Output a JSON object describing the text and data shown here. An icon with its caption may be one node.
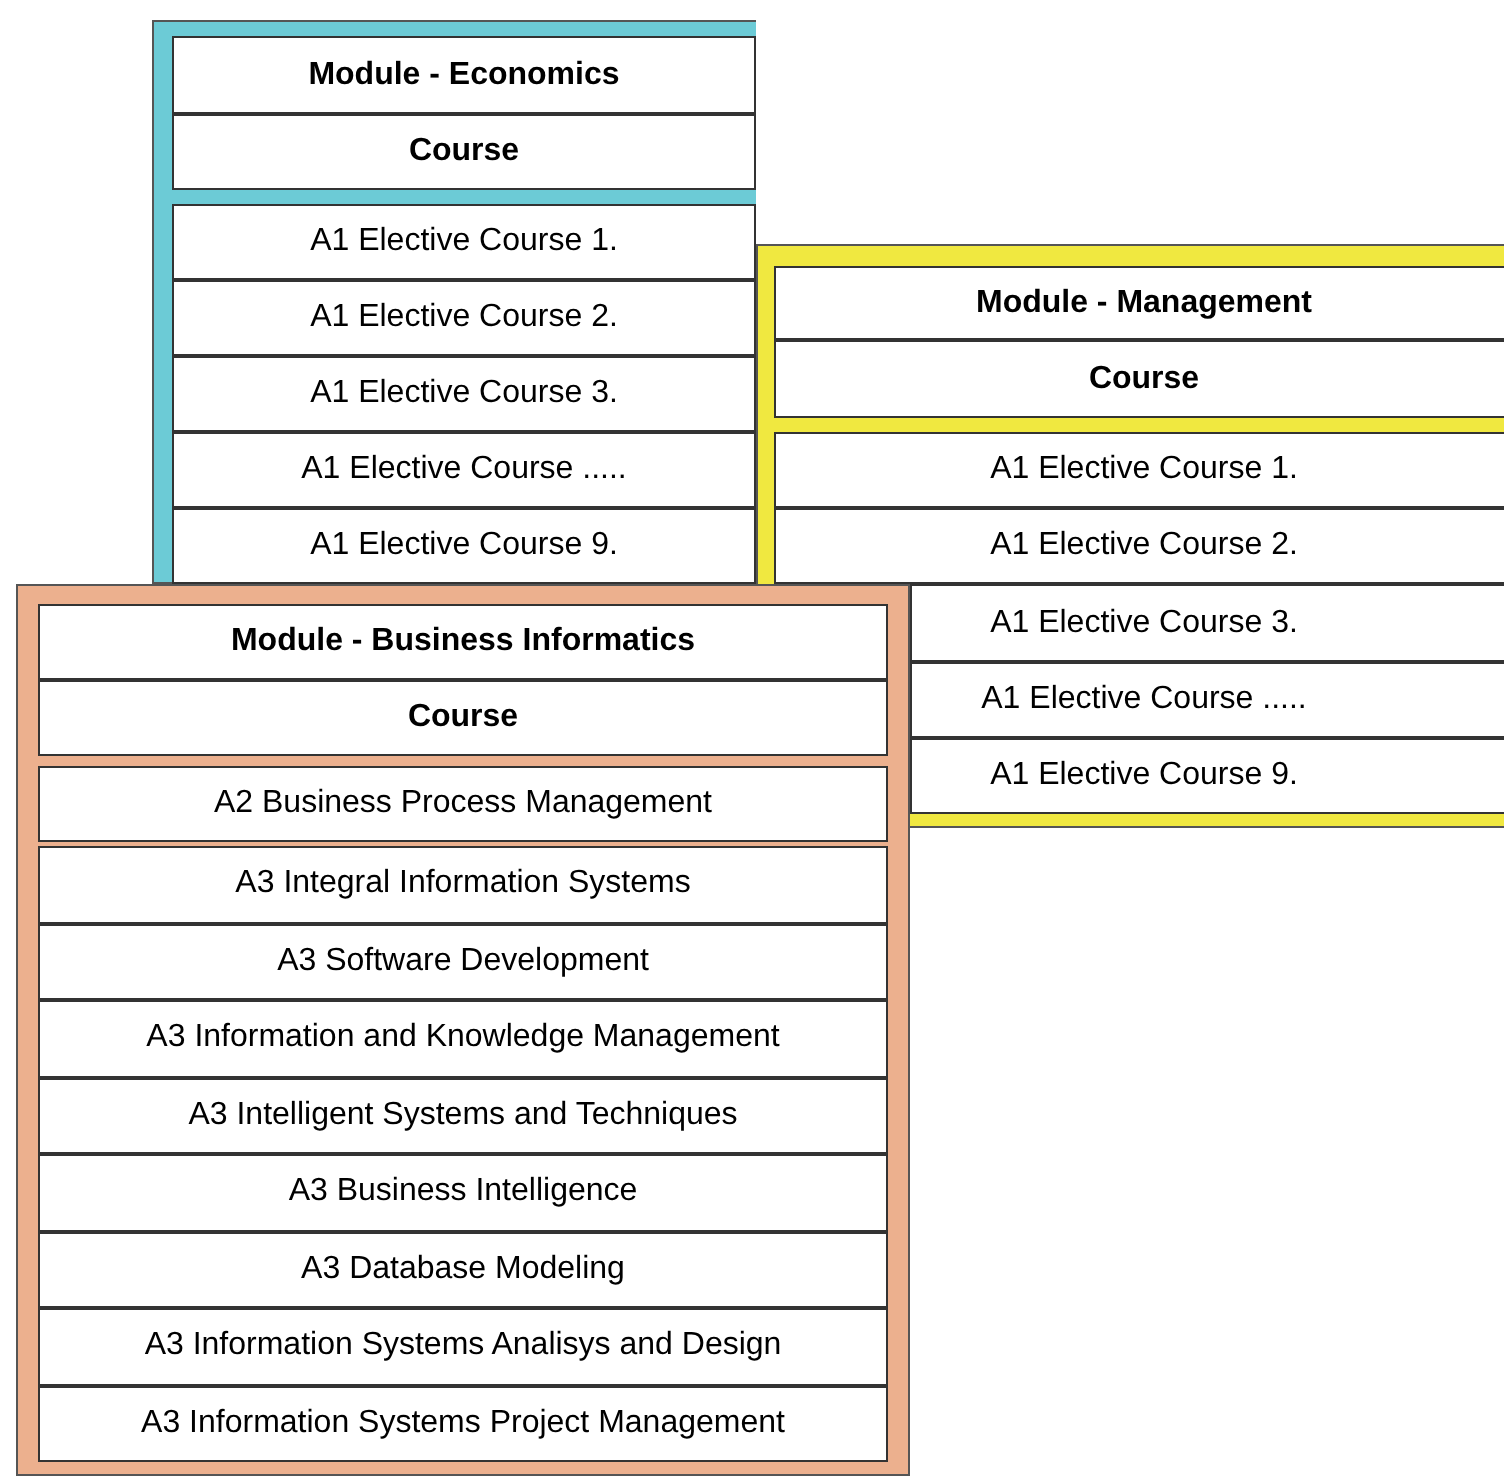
{
  "diagram": {
    "nodes": [
      {
        "text": [],
        "shape": "box"
      },
      {
        "text": [
          "Module - Economics"
        ],
        "in": 0
      },
      {
        "text": [
          "Course"
        ],
        "in": 0
      },
      {
        "text": [
          "A1 Elective Course 1."
        ],
        "in": 0
      },
      {
        "text": [
          "A1 Elective Course 2."
        ],
        "in": 0
      },
      {
        "text": [
          "A1 Elective Course 3."
        ],
        "in": 0
      },
      {
        "text": [
          "A1 Elective Course ....."
        ],
        "in": 0
      },
      {
        "text": [
          "A1 Elective Course 9."
        ],
        "in": 0
      },
      {
        "text": [],
        "shape": "box"
      },
      {
        "text": [
          "Module - Management"
        ],
        "in": 8
      },
      {
        "text": [
          "Course"
        ],
        "in": 8
      },
      {
        "text": [
          "A1 Elective Course 1."
        ],
        "in": 8
      },
      {
        "text": [
          "A1 Elective Course 2."
        ],
        "in": 8
      },
      {
        "text": [
          "A1 Elective Course 3."
        ],
        "in": 8
      },
      {
        "text": [
          "A1 Elective Course ....."
        ],
        "in": 8
      },
      {
        "text": [
          "A1 Elective Course 9."
        ],
        "in": 8
      },
      {
        "text": [],
        "shape": "box"
      },
      {
        "text": [
          "Module - Business Informatics"
        ],
        "in": 16
      },
      {
        "text": [
          "Course"
        ],
        "in": 16
      },
      {
        "text": [
          "A2 Business Process Management"
        ],
        "in": 16
      },
      {
        "text": [
          "A3 Integral Information Systems"
        ],
        "in": 16
      },
      {
        "text": [
          "A3 Software Development"
        ],
        "in": 16
      },
      {
        "text": [
          "A3 Information and Knowledge Management"
        ],
        "in": 16
      },
      {
        "text": [
          "A3 Intelligent Systems and Techniques"
        ],
        "in": 16
      },
      {
        "text": [
          "A3 Business Intelligence"
        ],
        "in": 16
      },
      {
        "text": [
          "A3 Database Modeling"
        ],
        "in": 16
      },
      {
        "text": [
          "A3 Information Systems Analisys and Design"
        ],
        "in": 16
      },
      {
        "text": [
          "A3 Information Systems Project Management"
        ],
        "in": 16
      }
    ]
  }
}
